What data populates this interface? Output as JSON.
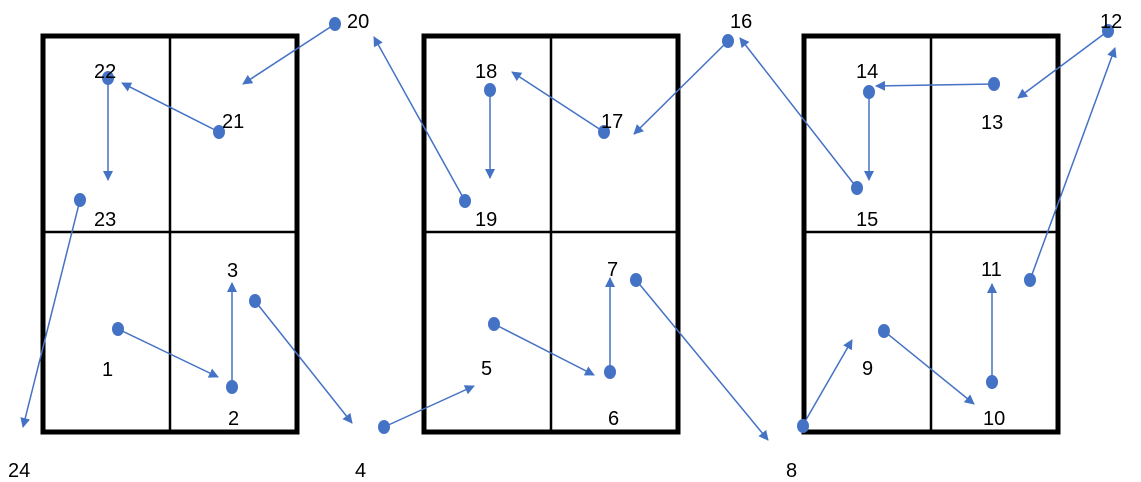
{
  "diagram": {
    "accent_color": "#4472C4",
    "line_color": "#000000",
    "labels": [
      "1",
      "2",
      "3",
      "4",
      "5",
      "6",
      "7",
      "8",
      "9",
      "10",
      "11",
      "12",
      "13",
      "14",
      "15",
      "16",
      "17",
      "18",
      "19",
      "20",
      "21",
      "22",
      "23",
      "24"
    ]
  }
}
